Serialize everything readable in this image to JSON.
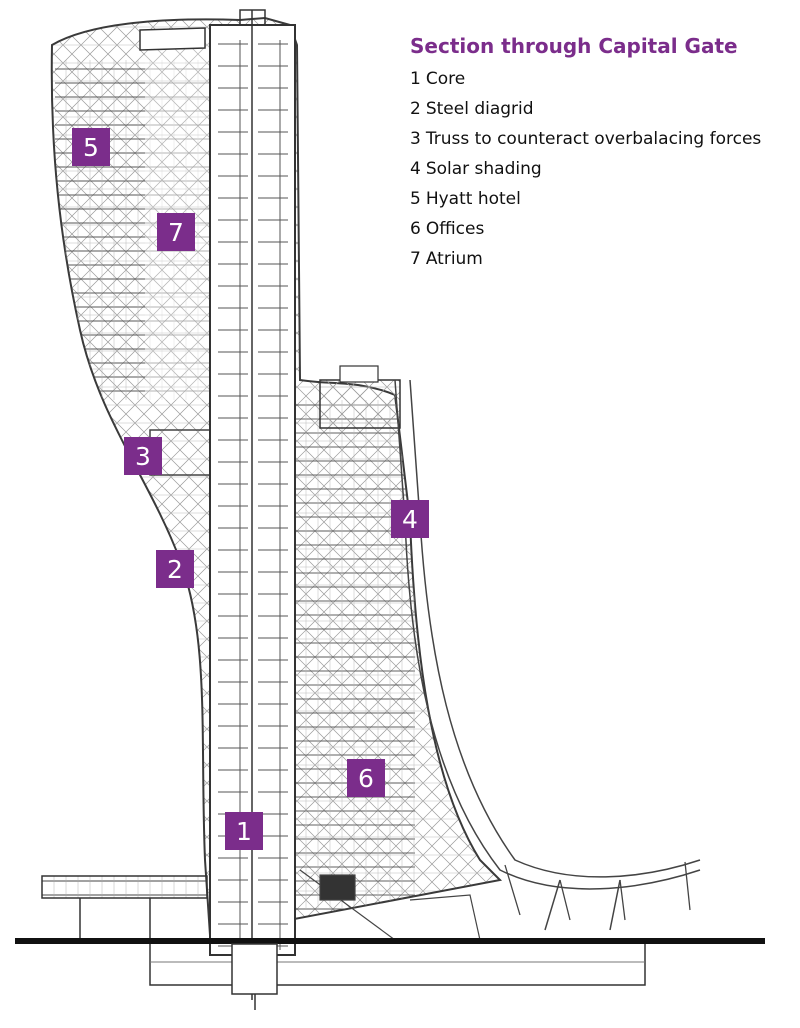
{
  "title": "Section through Capital Gate",
  "legend": [
    {
      "num": "1",
      "label": "Core"
    },
    {
      "num": "2",
      "label": "Steel diagrid"
    },
    {
      "num": "3",
      "label": "Truss to counteract overbalacing forces"
    },
    {
      "num": "4",
      "label": "Solar shading"
    },
    {
      "num": "5",
      "label": "Hyatt hotel"
    },
    {
      "num": "6",
      "label": "Offices"
    },
    {
      "num": "7",
      "label": "Atrium"
    }
  ],
  "markers": {
    "m1": "1",
    "m2": "2",
    "m3": "3",
    "m4": "4",
    "m5": "5",
    "m6": "6",
    "m7": "7"
  },
  "colors": {
    "accent": "#7b2d8b",
    "line": "#3a3a3a",
    "hatch": "#9a9a9a",
    "ground": "#111111"
  }
}
